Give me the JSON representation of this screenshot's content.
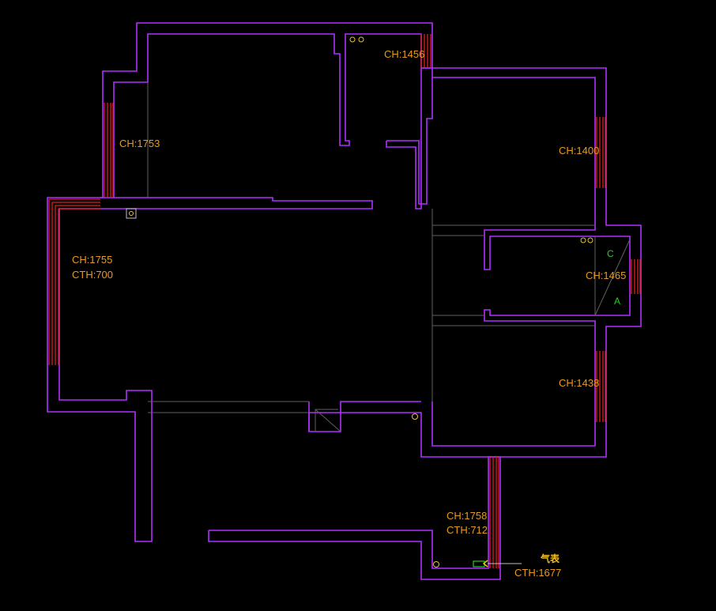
{
  "colors": {
    "background": "#000000",
    "wall": "#b030ff",
    "window": "#e0201c",
    "annotation": "#e89a20",
    "label_green": "#20d020"
  },
  "labels": {
    "ch_1456": "CH:1456",
    "ch_1753": "CH:1753",
    "ch_1400": "CH:1400",
    "ch_1755": "CH:1755",
    "cth_700": "CTH:700",
    "ch_1465": "CH:1465",
    "ch_1438": "CH:1438",
    "ch_1758": "CH:1758",
    "cth_712": "CTH:712",
    "gas_meter": "气表",
    "cth_1677": "CTH:1677",
    "letter_c": "C",
    "letter_a": "A"
  },
  "icons": {
    "outlet": "outlet-icon",
    "gas_meter": "gas-meter-icon",
    "shaft": "shaft-icon"
  }
}
